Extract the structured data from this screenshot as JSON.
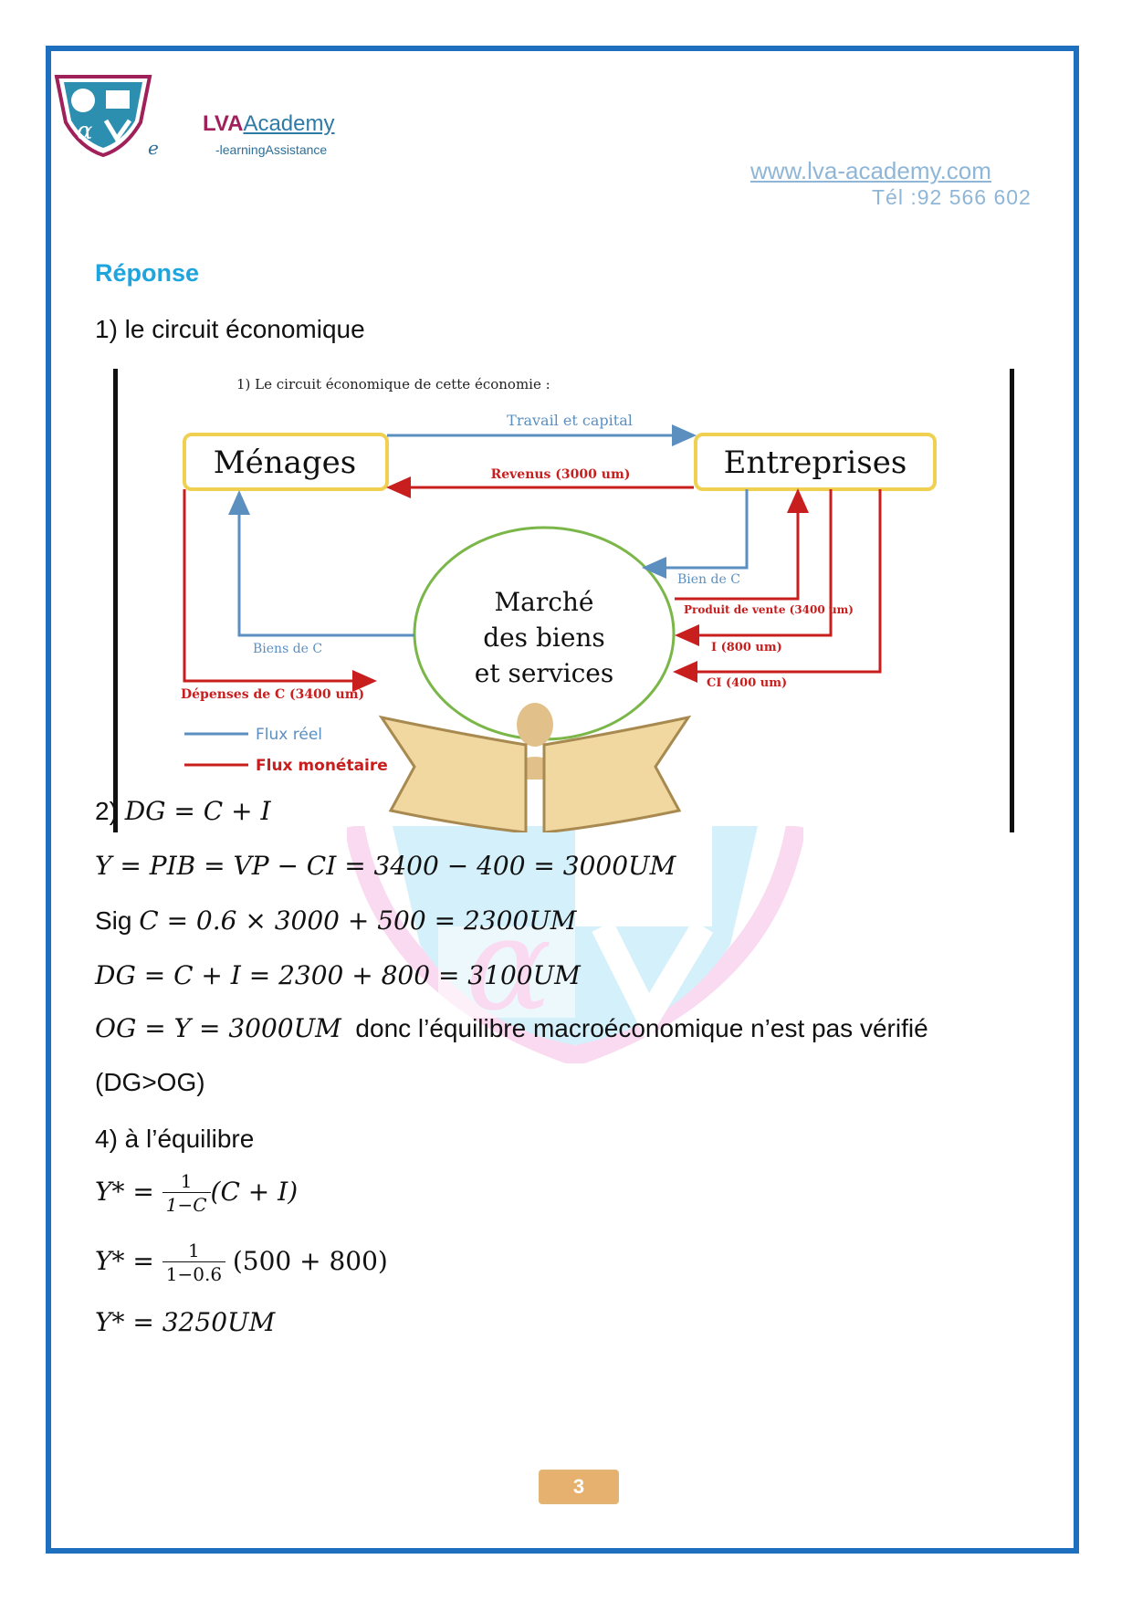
{
  "header": {
    "brand_lva": "LVA",
    "brand_academy": "Academy",
    "brand_e": "e",
    "tagline": "-learningAssistance",
    "website": "www.lva-academy.com",
    "phone": "Tél :92 566 602"
  },
  "colors": {
    "frame": "#1f6fbf",
    "heading": "#1fa5dd",
    "real_flow": "#5b8fc0",
    "money_flow": "#c81e1e",
    "box_border": "#f0d050",
    "market_border": "#7ab648",
    "page_badge": "#e6b16e"
  },
  "heading": "Réponse",
  "q1": "1) le circuit économique",
  "figure": {
    "caption": "1)  Le circuit économique de cette économie :",
    "menages": "Ménages",
    "entreprises": "Entreprises",
    "market": [
      "Marché",
      "des biens",
      "et services"
    ],
    "arrow_travail": "Travail et capital",
    "arrow_revenus": "Revenus (3000 um)",
    "arrow_bien_entreprises": "Bien de C",
    "arrow_produit_vente": "Produit de vente (3400 um)",
    "arrow_i": "I (800 um)",
    "arrow_ci": "CI (400 um)",
    "arrow_biens_menages": "Biens de C",
    "arrow_depenses": "Dépenses de C (3400 um)",
    "legend_real": "Flux réel",
    "legend_money": "Flux monétaire"
  },
  "q2_prefix": "2) ",
  "q2_formula": "DG = C + I",
  "y_formula": "Y = PIB = VP − CI = 3400 − 400 = 3000UM",
  "sig_prefix": "Sig ",
  "sig_formula": "C = 0.6 × 3000 + 500 = 2300UM",
  "dg_formula": "DG = C + I = 2300 + 800 = 3100UM",
  "og_formula": "OG = Y = 3000UM",
  "og_text": "donc l’équilibre macroéconomique n’est pas vérifié",
  "og_paren": "(DG>OG)",
  "q4": "4) à l’équilibre",
  "eq1_left": "Y* = ",
  "eq1_num": "1",
  "eq1_den": "1−C",
  "eq1_right": "(C + I)",
  "eq2_left": "Y* = ",
  "eq2_num": "1",
  "eq2_den": "1−0.6",
  "eq2_right": "(500 + 800)",
  "eq3": "Y* = 3250UM",
  "page_number": "3"
}
